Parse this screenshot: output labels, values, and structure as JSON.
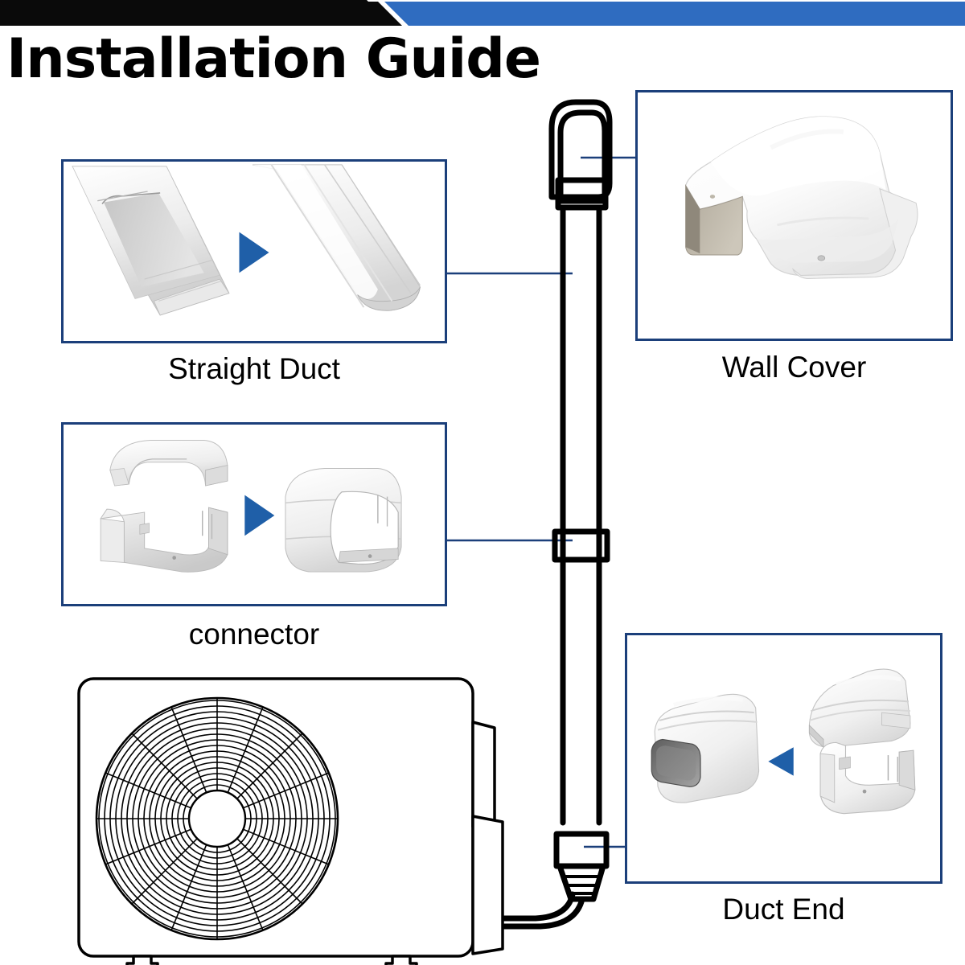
{
  "header": {
    "title": "Installation Guide",
    "banner_black": "#0a0a0a",
    "banner_blue": "#2f6cc0"
  },
  "theme": {
    "panel_border": "#1b3f7a",
    "leader_line": "#1b3f7a",
    "arrow_blue": "#1f5fa8",
    "line_black": "#000000",
    "product_white": "#f2f2f2",
    "product_shadow": "#c9c9c9",
    "background": "#ffffff"
  },
  "panels": [
    {
      "id": "straight-duct",
      "label": "Straight Duct",
      "arrow_direction": "right",
      "arrow_icon": "triangle-right-icon",
      "items": [
        "open-channel-duct",
        "closed-duct-cover"
      ]
    },
    {
      "id": "connector",
      "label": "connector",
      "arrow_direction": "right",
      "arrow_icon": "triangle-right-icon",
      "items": [
        "connector-split-halves",
        "connector-assembled"
      ]
    },
    {
      "id": "wall-cover",
      "label": "Wall Cover",
      "arrow_direction": "none",
      "arrow_icon": "",
      "items": [
        "wall-cover-hood"
      ]
    },
    {
      "id": "duct-end",
      "label": "Duct End",
      "arrow_direction": "left",
      "arrow_icon": "triangle-left-icon",
      "items": [
        "duct-end-assembled",
        "duct-end-open-halves"
      ]
    }
  ],
  "diagram": {
    "ac_unit_name": "outdoor-condenser-unit",
    "vertical_duct_name": "vertical-line-set-duct",
    "wall_cover_node": "wall-cover-on-duct",
    "connector_node": "connector-band-on-duct",
    "duct_end_node": "duct-end-on-duct",
    "cable_name": "refrigerant-line-cable"
  }
}
